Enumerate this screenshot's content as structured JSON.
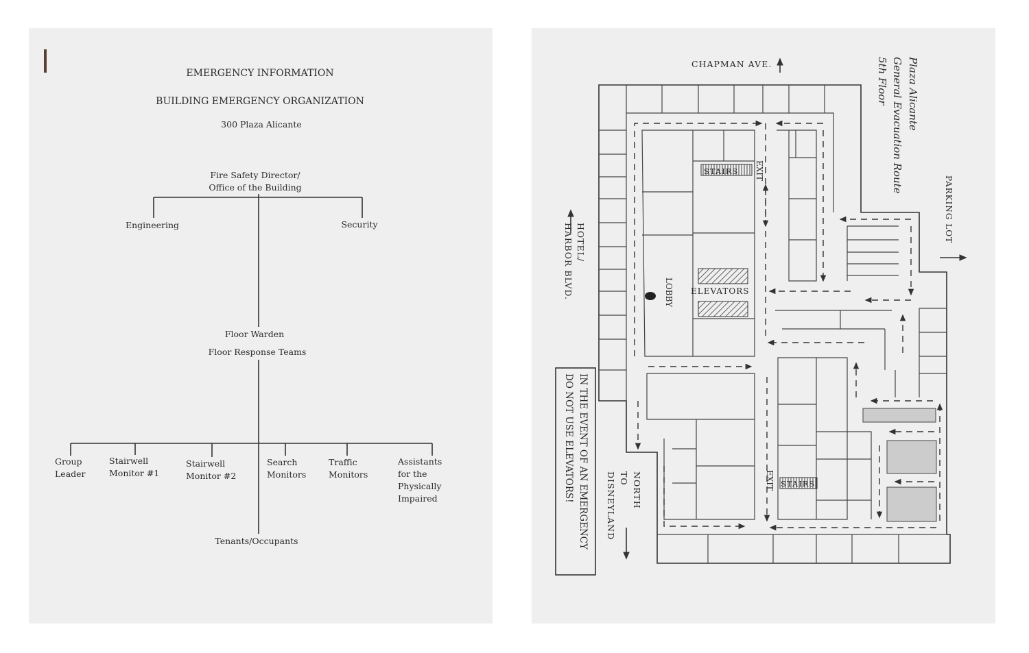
{
  "org_page": {
    "title": "EMERGENCY INFORMATION",
    "subtitle": "BUILDING EMERGENCY ORGANIZATION",
    "address": "300 Plaza Alicante",
    "director": [
      "Fire Safety Director/",
      "Office of the Building"
    ],
    "engineering": "Engineering",
    "security": "Security",
    "floor_warden": "Floor Warden",
    "floor_response": "Floor Response Teams",
    "teams": [
      {
        "lines": [
          "Group",
          "Leader"
        ]
      },
      {
        "lines": [
          "Stairwell",
          "Monitor #1"
        ]
      },
      {
        "lines": [
          "Stairwell",
          "Monitor #2"
        ]
      },
      {
        "lines": [
          "Search",
          "Monitors"
        ]
      },
      {
        "lines": [
          "Traffic",
          "Monitors"
        ]
      },
      {
        "lines": [
          "Assistants",
          "for the",
          "Physically",
          "Impaired"
        ]
      }
    ],
    "tenants": "Tenants/Occupants"
  },
  "map_page": {
    "title_lines": [
      "Plaza Alicante",
      "General Evacuation Route",
      "5th Floor"
    ],
    "chapman": "CHAPMAN AVE.",
    "parking": "PARKING LOT",
    "hotel": [
      "HOTEL/",
      "HARBOR BLVD."
    ],
    "north": [
      "NORTH",
      "TO",
      "DISNEYLAND"
    ],
    "warning": [
      "IN THE EVENT OF AN EMERGENCY",
      "DO NOT USE ELEVATORS!"
    ],
    "exit": "EXIT",
    "stairs": "STAIRS",
    "elevators": "ELEVATORS",
    "lobby": "LOBBY"
  }
}
